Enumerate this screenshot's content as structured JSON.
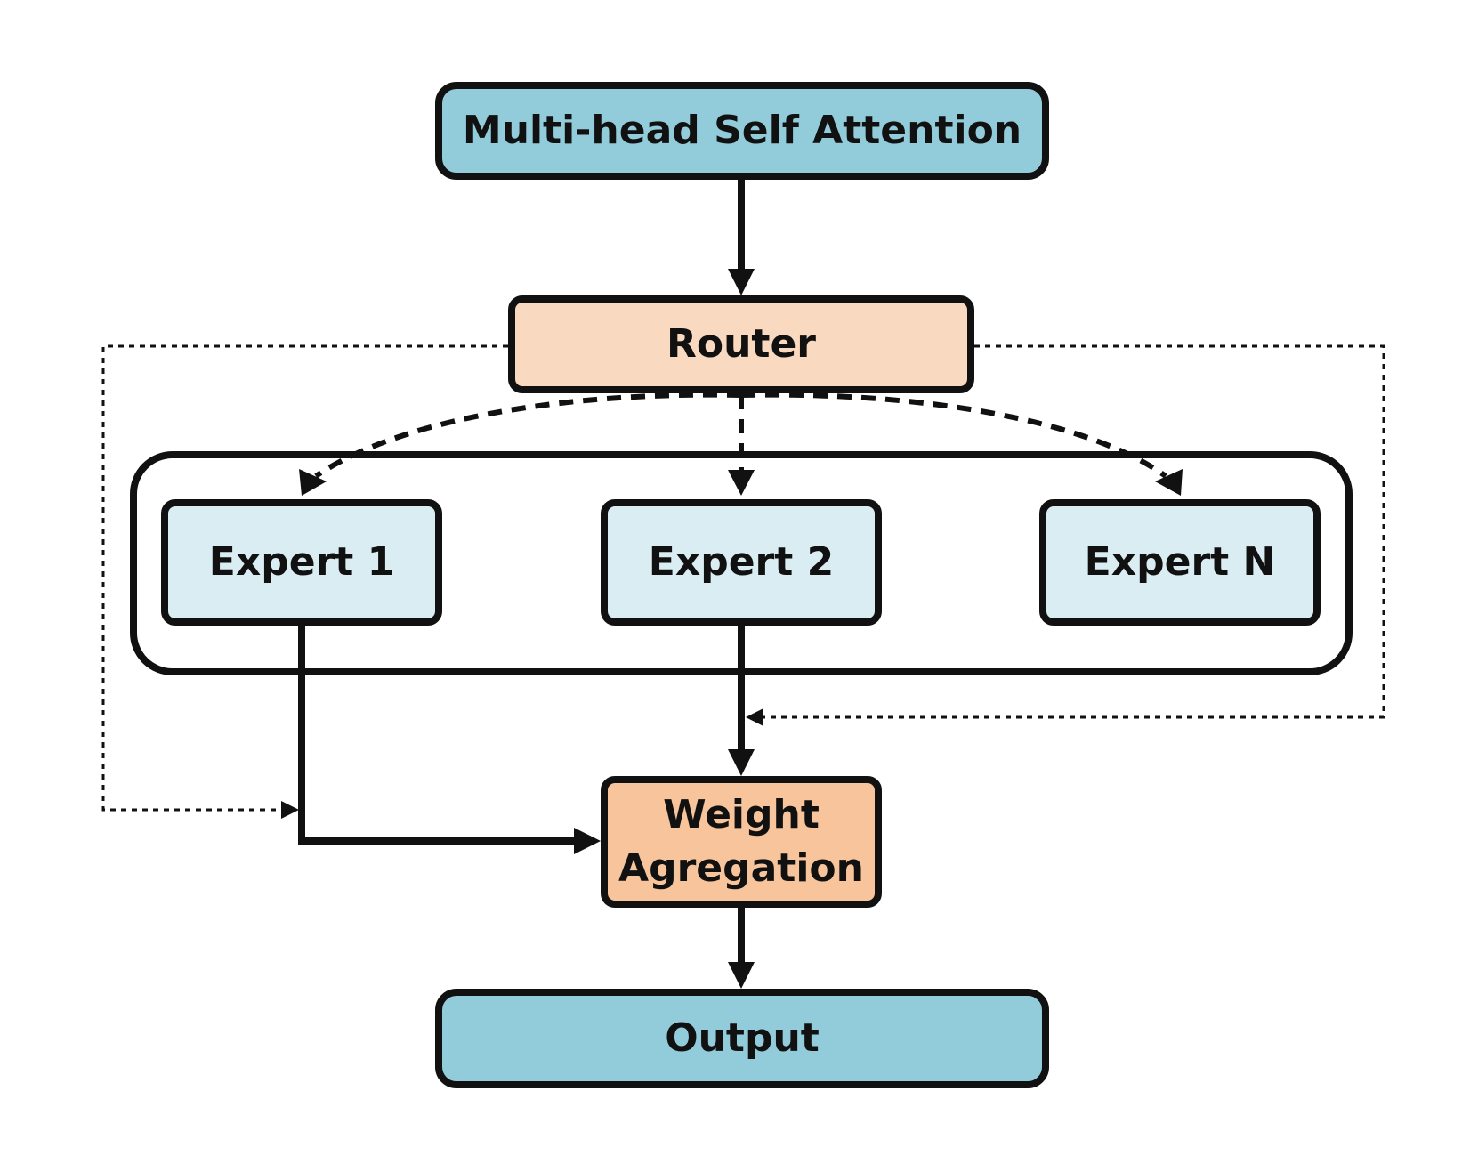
{
  "diagram": {
    "colors": {
      "io_fill": "#92ccda",
      "router_fill": "#f9d9bf",
      "expert_fill": "#daedf3",
      "aggregation_fill": "#f8c49b",
      "stroke": "#111111"
    },
    "nodes": {
      "attention": {
        "label": "Multi-head Self Attention"
      },
      "router": {
        "label": "Router"
      },
      "expert1": {
        "label": "Expert 1"
      },
      "expert2": {
        "label": "Expert 2"
      },
      "expertN": {
        "label": "Expert N"
      },
      "weight": {
        "label_line1": "Weight",
        "label_line2": "Agregation"
      },
      "output": {
        "label": "Output"
      }
    },
    "edges": [
      {
        "from": "attention",
        "to": "router",
        "style": "solid"
      },
      {
        "from": "router",
        "to": "expert1",
        "style": "dashed"
      },
      {
        "from": "router",
        "to": "expert2",
        "style": "dashed"
      },
      {
        "from": "router",
        "to": "expertN",
        "style": "dashed"
      },
      {
        "from": "expert1",
        "to": "weight",
        "style": "solid"
      },
      {
        "from": "expert2",
        "to": "weight",
        "style": "solid"
      },
      {
        "from": "router",
        "to": "weight",
        "style": "dotted",
        "route": "left"
      },
      {
        "from": "router",
        "to": "weight",
        "style": "dotted",
        "route": "right"
      },
      {
        "from": "weight",
        "to": "output",
        "style": "solid"
      }
    ]
  }
}
